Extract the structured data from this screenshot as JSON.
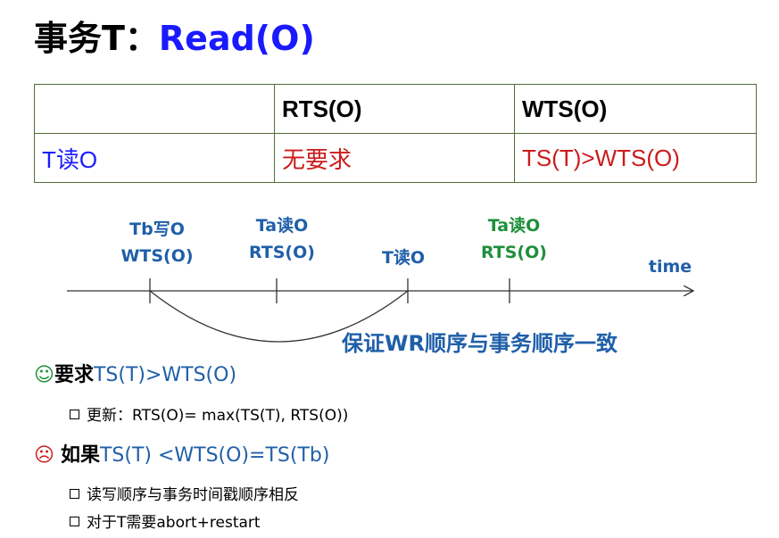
{
  "title": {
    "prefix": "事务T：",
    "highlight": "Read(O)"
  },
  "table": {
    "headers": [
      "",
      "RTS(O)",
      "WTS(O)"
    ],
    "row": {
      "label": "T读O",
      "rts": "无要求",
      "wts": "TS(T)>WTS(O)"
    }
  },
  "timeline": {
    "events": [
      {
        "line1": "Tb写O",
        "line2": "WTS(O)"
      },
      {
        "line1": "Ta读O",
        "line2": "RTS(O)"
      },
      {
        "line1": "T读O",
        "line2": ""
      },
      {
        "line1": "Ta读O",
        "line2": "RTS(O)"
      }
    ],
    "axis_label": "time",
    "arc_caption": "保证WR顺序与事务顺序一致"
  },
  "points": [
    {
      "icon": "smile-face-icon",
      "prefix": "要求",
      "condition": "TS(T)>WTS(O)",
      "subs": [
        "更新：RTS(O)= max(TS(T), RTS(O))"
      ]
    },
    {
      "icon": "frown-face-icon",
      "prefix": "如果",
      "condition": "TS(T) <WTS(O)=TS(Tb)",
      "subs": [
        "读写顺序与事务时间戳顺序相反",
        "对于T需要abort+restart"
      ]
    }
  ],
  "colors": {
    "blue": "#1a1aff",
    "red": "#cc1b1b",
    "teal_blue": "#1f5fa8",
    "green": "#1e8f3a"
  }
}
